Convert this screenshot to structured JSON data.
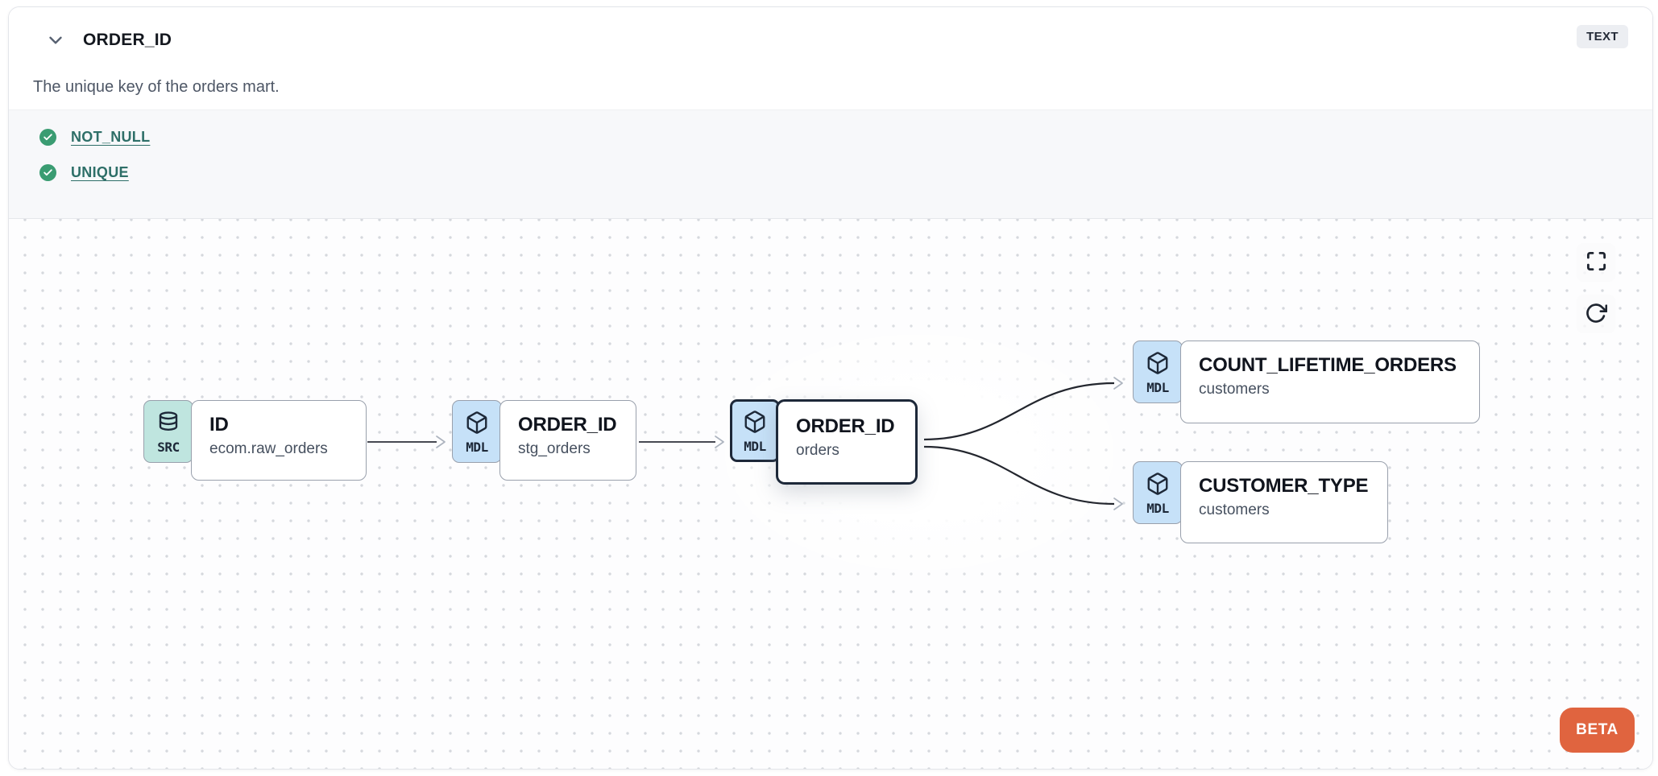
{
  "header": {
    "title": "ORDER_ID",
    "description": "The unique key of the orders mart.",
    "type_badge": "TEXT"
  },
  "tests": [
    {
      "label": "NOT_NULL",
      "status": "pass"
    },
    {
      "label": "UNIQUE",
      "status": "pass"
    }
  ],
  "lineage": {
    "nodes": [
      {
        "badge": "SRC",
        "icon": "database-icon",
        "title": "ID",
        "subtitle": "ecom.raw_orders",
        "selected": false
      },
      {
        "badge": "MDL",
        "icon": "cube-icon",
        "title": "ORDER_ID",
        "subtitle": "stg_orders",
        "selected": false
      },
      {
        "badge": "MDL",
        "icon": "cube-icon",
        "title": "ORDER_ID",
        "subtitle": "orders",
        "selected": true
      },
      {
        "badge": "MDL",
        "icon": "cube-icon",
        "title": "COUNT_LIFETIME_ORDERS",
        "subtitle": "customers",
        "selected": false
      },
      {
        "badge": "MDL",
        "icon": "cube-icon",
        "title": "CUSTOMER_TYPE",
        "subtitle": "customers",
        "selected": false
      }
    ],
    "edges": [
      {
        "from": "ID (ecom.raw_orders)",
        "to": "ORDER_ID (stg_orders)"
      },
      {
        "from": "ORDER_ID (stg_orders)",
        "to": "ORDER_ID (orders)"
      },
      {
        "from": "ORDER_ID (orders)",
        "to": "COUNT_LIFETIME_ORDERS (customers)"
      },
      {
        "from": "ORDER_ID (orders)",
        "to": "CUSTOMER_TYPE (customers)"
      }
    ],
    "controls": {
      "fullscreen": "fullscreen-icon",
      "refresh": "refresh-icon"
    },
    "beta_label": "BETA"
  },
  "colors": {
    "accent_orange": "#e0643f",
    "src_badge_teal": "#bfe5df",
    "mdl_badge_blue": "#c6e1f8",
    "test_link_teal": "#2e6f68",
    "check_green": "#3a9c72",
    "selected_border": "#1d2839",
    "tests_section_bg": "#f7f8fa"
  }
}
